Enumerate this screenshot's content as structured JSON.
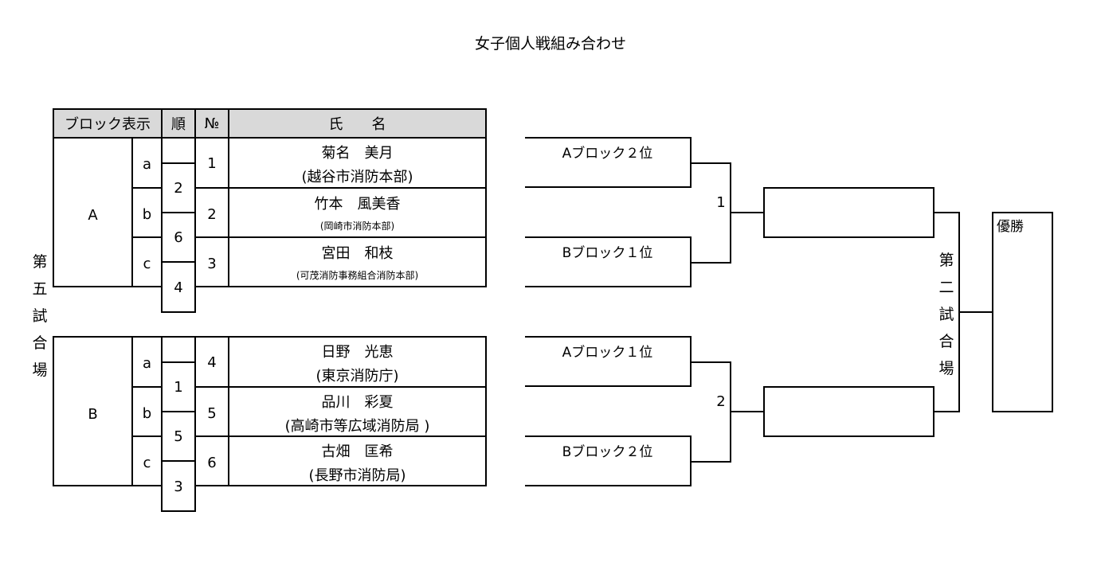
{
  "title": "女子個人戦組み合わせ",
  "table_headers": {
    "block": "ブロック表示",
    "order": "順",
    "no": "№",
    "name": "氏　　名"
  },
  "blocks": [
    {
      "label": "A",
      "players": [
        {
          "sub": "a",
          "no": "1",
          "name": "菊名　美月",
          "affiliation": "(越谷市消防本部)"
        },
        {
          "sub": "b",
          "no": "2",
          "name": "竹本　風美香",
          "affiliation": "(岡崎市消防本部)"
        },
        {
          "sub": "c",
          "no": "3",
          "name": "宮田　和枝",
          "affiliation": "(可茂消防事務組合消防本部)"
        }
      ],
      "order": [
        "2",
        "6",
        "4"
      ]
    },
    {
      "label": "B",
      "players": [
        {
          "sub": "a",
          "no": "4",
          "name": "日野　光恵",
          "affiliation": "(東京消防庁)"
        },
        {
          "sub": "b",
          "no": "5",
          "name": "品川　彩夏",
          "affiliation": "(高崎市等広域消防局 )"
        },
        {
          "sub": "c",
          "no": "6",
          "name": "古畑　匡希",
          "affiliation": "(長野市消防局)"
        }
      ],
      "order": [
        "1",
        "5",
        "3"
      ]
    }
  ],
  "venue_left": [
    "第",
    "五",
    "試",
    "合",
    "場"
  ],
  "venue_right": [
    "第",
    "二",
    "試",
    "合",
    "場"
  ],
  "bracket": {
    "slots": [
      "Aブロック２位",
      "Bブロック１位",
      "Aブロック１位",
      "Bブロック２位"
    ],
    "match_numbers": [
      "1",
      "2"
    ],
    "winner_label": "優勝"
  }
}
